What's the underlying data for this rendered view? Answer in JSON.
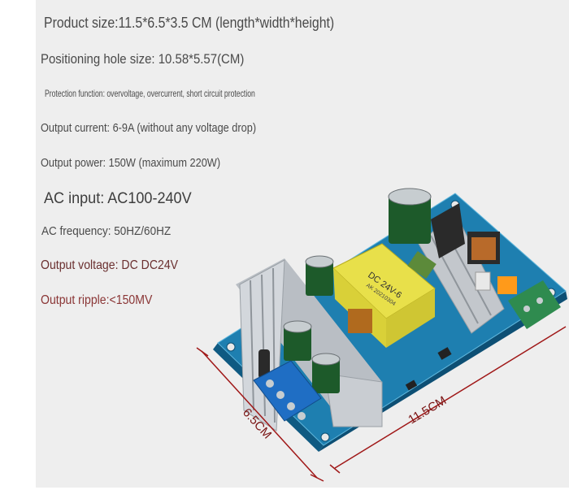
{
  "specs": [
    "Product size:11.5*6.5*3.5 CM (length*width*height)",
    "Positioning hole size: 10.58*5.57(CM)",
    "Protection function: overvoltage, overcurrent, short circuit protection",
    "Output current: 6-9A (without any voltage drop)",
    "Output power: 150W (maximum 220W)",
    "AC input: AC100-240V",
    "AC frequency: 50HZ/60HZ",
    "Output voltage: DC DC24V",
    "Output ripple:<150MV"
  ],
  "dimensions": {
    "width_label": "6.5CM",
    "length_label": "11.5CM"
  },
  "transformer": {
    "line1": "DC 24V-6",
    "line2": "AK 20210304"
  },
  "colors": {
    "board": "#1e7fb0",
    "dimension_line": "#a01818",
    "transformer": "#e8e04a",
    "heatsink": "#c9cdd2"
  }
}
